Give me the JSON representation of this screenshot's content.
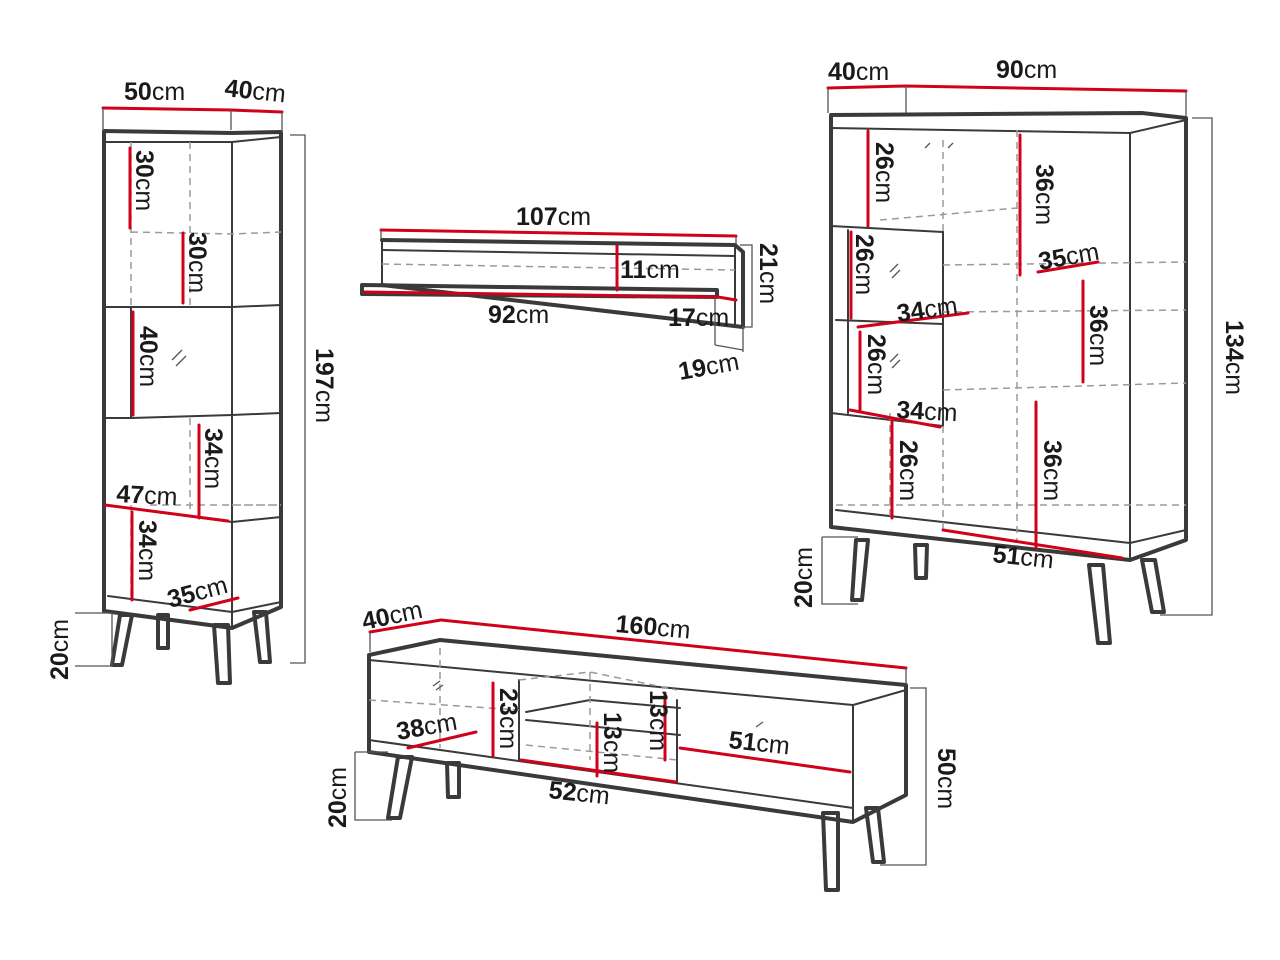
{
  "diagram": {
    "dims": {
      "tall_width": "50",
      "tall_depth": "40",
      "tall_height": "197",
      "tall_sec1": "30",
      "tall_sec2": "30",
      "tall_sec3": "40",
      "tall_sec4": "34",
      "tall_shelf_w": "47",
      "tall_sec5": "34",
      "tall_shelf_d": "35",
      "tall_legs": "20",
      "shelf_width": "107",
      "shelf_inner": "11",
      "shelf_height": "21",
      "shelf_len": "92",
      "shelf_d1": "17",
      "shelf_d2": "19",
      "cab_depth": "40",
      "cab_width": "90",
      "cab_height": "134",
      "cab_l1": "26",
      "cab_l2": "26",
      "cab_l3": "26",
      "cab_l4": "26",
      "cab_r1": "36",
      "cab_r2": "36",
      "cab_r3": "36",
      "cab_shelf_d": "35",
      "cab_shelf_w1": "34",
      "cab_shelf_w2": "34",
      "cab_inner_w": "51",
      "cab_legs": "20",
      "tv_depth": "40",
      "tv_width": "160",
      "tv_height": "50",
      "tv_shelf_d": "38",
      "tv_comp_h": "23",
      "tv_shelf_h1": "13",
      "tv_shelf_h2": "13",
      "tv_comp_w1": "52",
      "tv_comp_w2": "51",
      "tv_legs": "20"
    },
    "unit": "cm"
  }
}
